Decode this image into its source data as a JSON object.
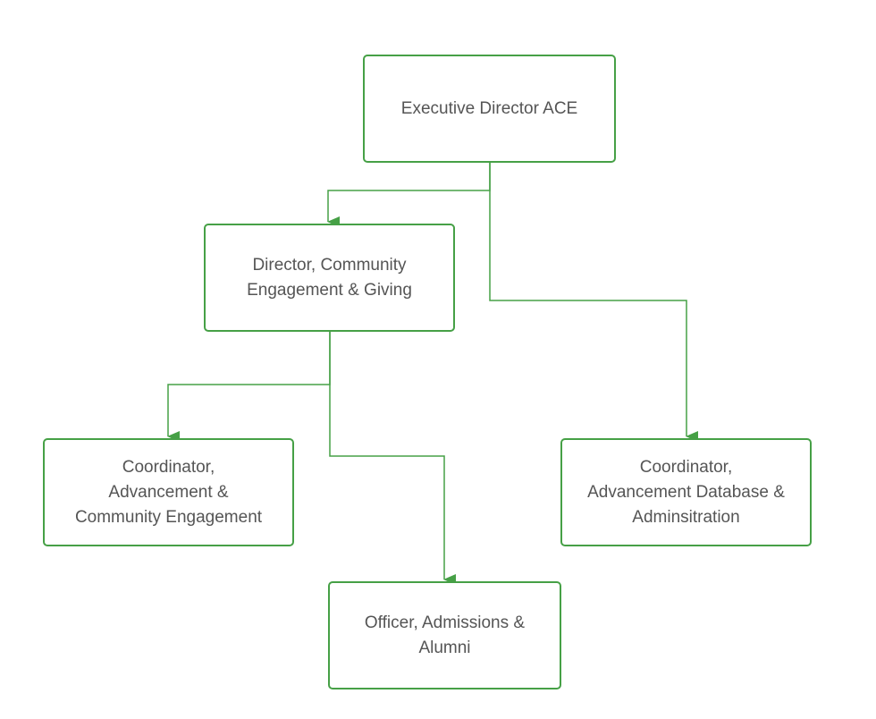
{
  "colors": {
    "accent": "#46a046",
    "text": "#555555",
    "background": "#ffffff"
  },
  "nodes": {
    "executive": {
      "lines": [
        "Executive Director ACE"
      ]
    },
    "director": {
      "lines": [
        "Director, Community",
        "Engagement & Giving"
      ]
    },
    "coordinator_engagement": {
      "lines": [
        "Coordinator,",
        "Advancement &",
        "Community Engagement"
      ]
    },
    "coordinator_database": {
      "lines": [
        "Coordinator,",
        "Advancement Database &",
        "Adminsitration"
      ]
    },
    "officer": {
      "lines": [
        "Officer, Admissions &",
        "Alumni"
      ]
    }
  },
  "edges": [
    {
      "from": "executive",
      "to": "director"
    },
    {
      "from": "executive",
      "to": "coordinator_database"
    },
    {
      "from": "director",
      "to": "coordinator_engagement"
    },
    {
      "from": "director",
      "to": "officer"
    }
  ]
}
